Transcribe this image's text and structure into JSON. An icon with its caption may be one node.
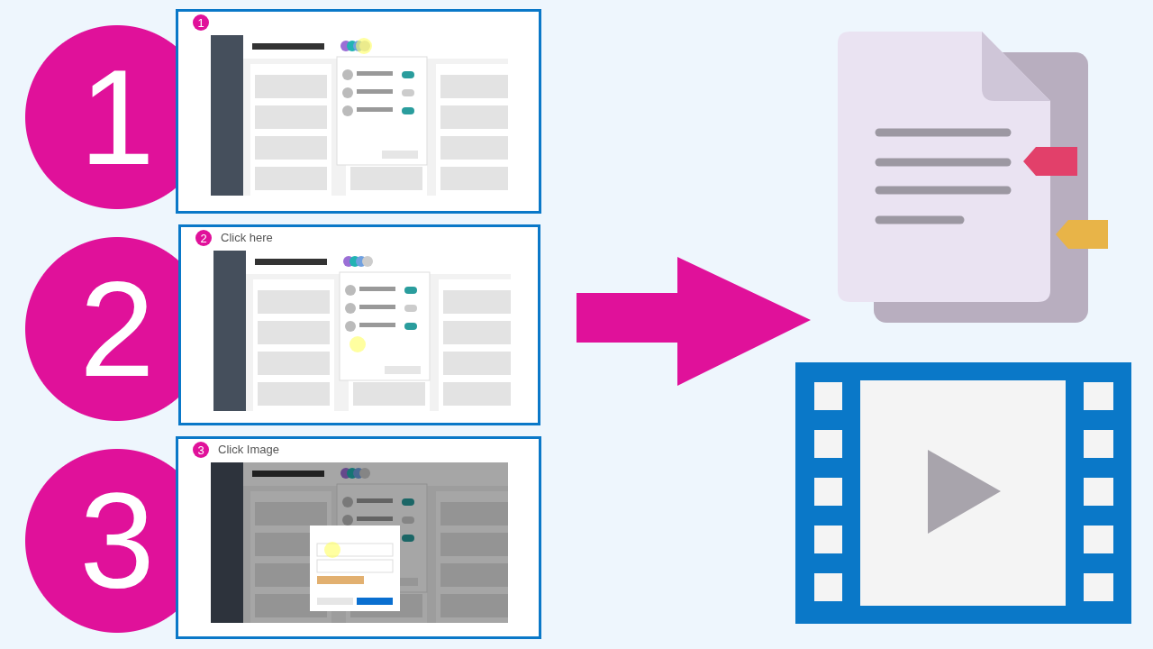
{
  "diagram": {
    "nodes": [
      {
        "text": [
          "1"
        ]
      },
      {
        "text": [
          "2"
        ]
      },
      {
        "text": [
          "3"
        ]
      },
      {
        "text": [
          "1"
        ]
      },
      {
        "text": [
          "2",
          "Click here"
        ]
      },
      {
        "text": [
          "3",
          "Click Image"
        ]
      },
      {
        "text": [],
        "shape": "picture"
      },
      {
        "text": [],
        "shape": "picture"
      }
    ]
  }
}
